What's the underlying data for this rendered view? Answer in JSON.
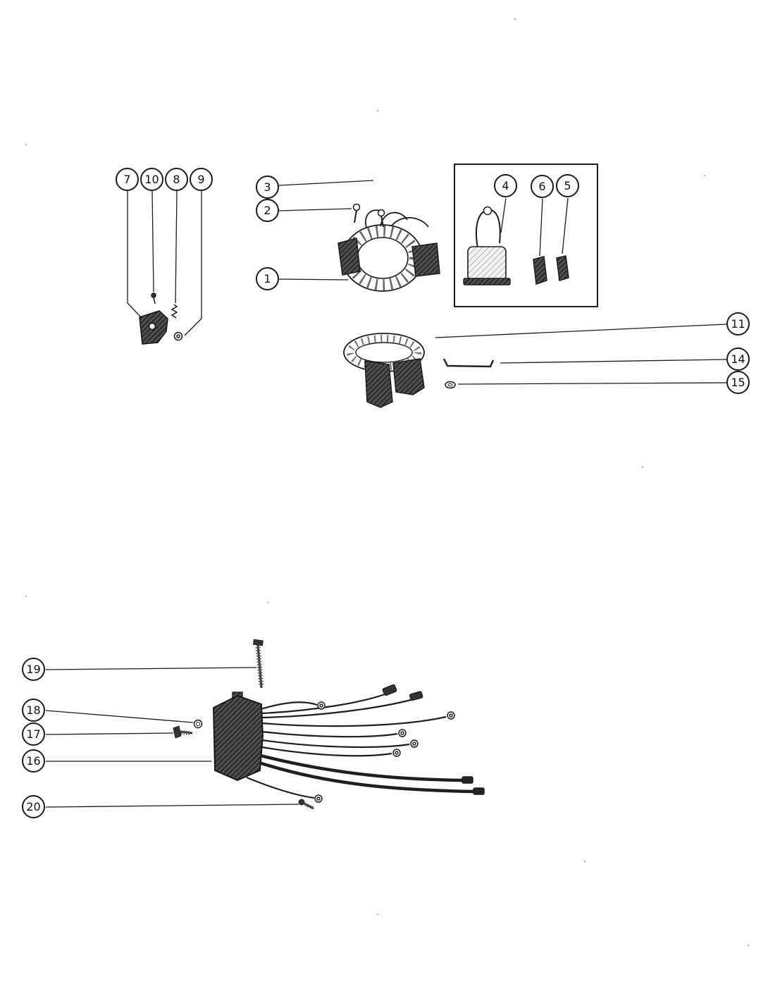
{
  "colors": {
    "paper": "#ffffff",
    "ink": "#1b1b1b"
  },
  "diagram": {
    "callouts": [
      {
        "label": "7"
      },
      {
        "label": "10"
      },
      {
        "label": "8"
      },
      {
        "label": "9"
      },
      {
        "label": "3"
      },
      {
        "label": "2"
      },
      {
        "label": "1"
      },
      {
        "label": "4"
      },
      {
        "label": "6"
      },
      {
        "label": "5"
      },
      {
        "label": "11"
      },
      {
        "label": "14"
      },
      {
        "label": "15"
      },
      {
        "label": "19"
      },
      {
        "label": "18"
      },
      {
        "label": "17"
      },
      {
        "label": "16"
      },
      {
        "label": "20"
      }
    ]
  }
}
